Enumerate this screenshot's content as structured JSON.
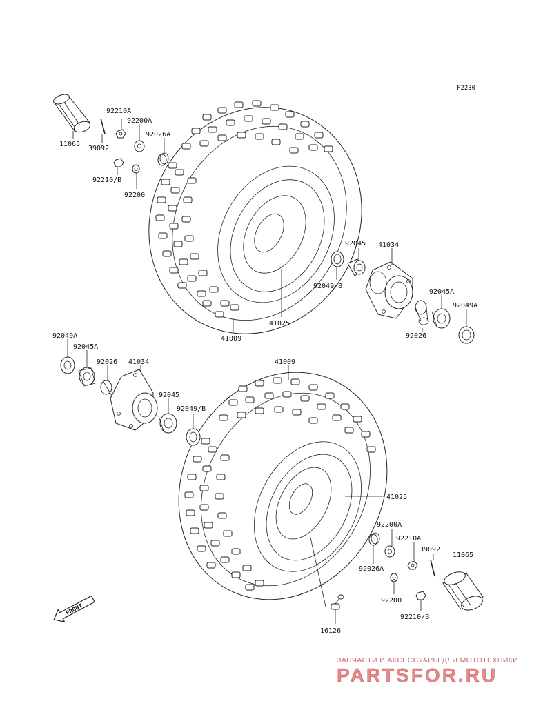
{
  "figure_code": "F2230",
  "labels": {
    "top_11065": "11065",
    "top_92210A": "92210A",
    "top_92200A": "92200A",
    "top_92026A": "92026A",
    "top_39092": "39092",
    "top_92210B": "92210/B",
    "top_92200": "92200",
    "top_92045": "92045",
    "top_41034": "41034",
    "top_92049B": "92049/B",
    "top_92045A": "92045A",
    "top_92049A": "92049A",
    "top_92026": "92026",
    "top_41025": "41025",
    "top_41009": "41009",
    "bot_92049A": "92049A",
    "bot_92045A": "92045A",
    "bot_92026": "92026",
    "bot_41034": "41034",
    "bot_41009": "41009",
    "bot_92045": "92045",
    "bot_92049B": "92049/B",
    "bot_41025": "41025",
    "bot_92200A": "92200A",
    "bot_92210A": "92210A",
    "bot_39092": "39092",
    "bot_11065": "11065",
    "bot_92026A": "92026A",
    "bot_92200": "92200",
    "bot_92210B": "92210/B",
    "bot_16126": "16126"
  },
  "front_label": "FRONT",
  "watermark": {
    "tagline": "ЗАПЧАСТИ И АКСЕССУАРЫ ДЛЯ МОТОТЕХНИКИ",
    "logo": "PARTSFOR.RU"
  },
  "colors": {
    "line": "#222222",
    "watermark": "#e48a8a"
  }
}
